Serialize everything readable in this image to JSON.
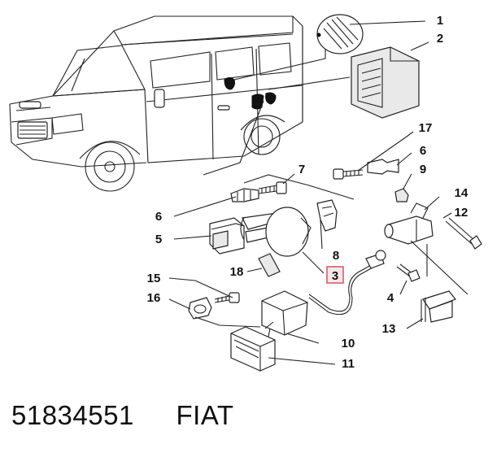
{
  "callouts": [
    {
      "id": "1",
      "label": "1"
    },
    {
      "id": "2",
      "label": "2"
    },
    {
      "id": "17",
      "label": "17"
    },
    {
      "id": "6a",
      "label": "6"
    },
    {
      "id": "9",
      "label": "9"
    },
    {
      "id": "7",
      "label": "7"
    },
    {
      "id": "14",
      "label": "14"
    },
    {
      "id": "6b",
      "label": "6"
    },
    {
      "id": "12",
      "label": "12"
    },
    {
      "id": "5",
      "label": "5"
    },
    {
      "id": "8",
      "label": "8"
    },
    {
      "id": "18",
      "label": "18"
    },
    {
      "id": "3",
      "label": "3"
    },
    {
      "id": "15",
      "label": "15"
    },
    {
      "id": "16",
      "label": "16"
    },
    {
      "id": "4",
      "label": "4"
    },
    {
      "id": "13",
      "label": "13"
    },
    {
      "id": "10",
      "label": "10"
    },
    {
      "id": "11",
      "label": "11"
    }
  ],
  "highlight_callout": "3",
  "highlight_color": "#e05a6a",
  "footer": {
    "part_number": "51834551",
    "brand": "FIAT"
  }
}
